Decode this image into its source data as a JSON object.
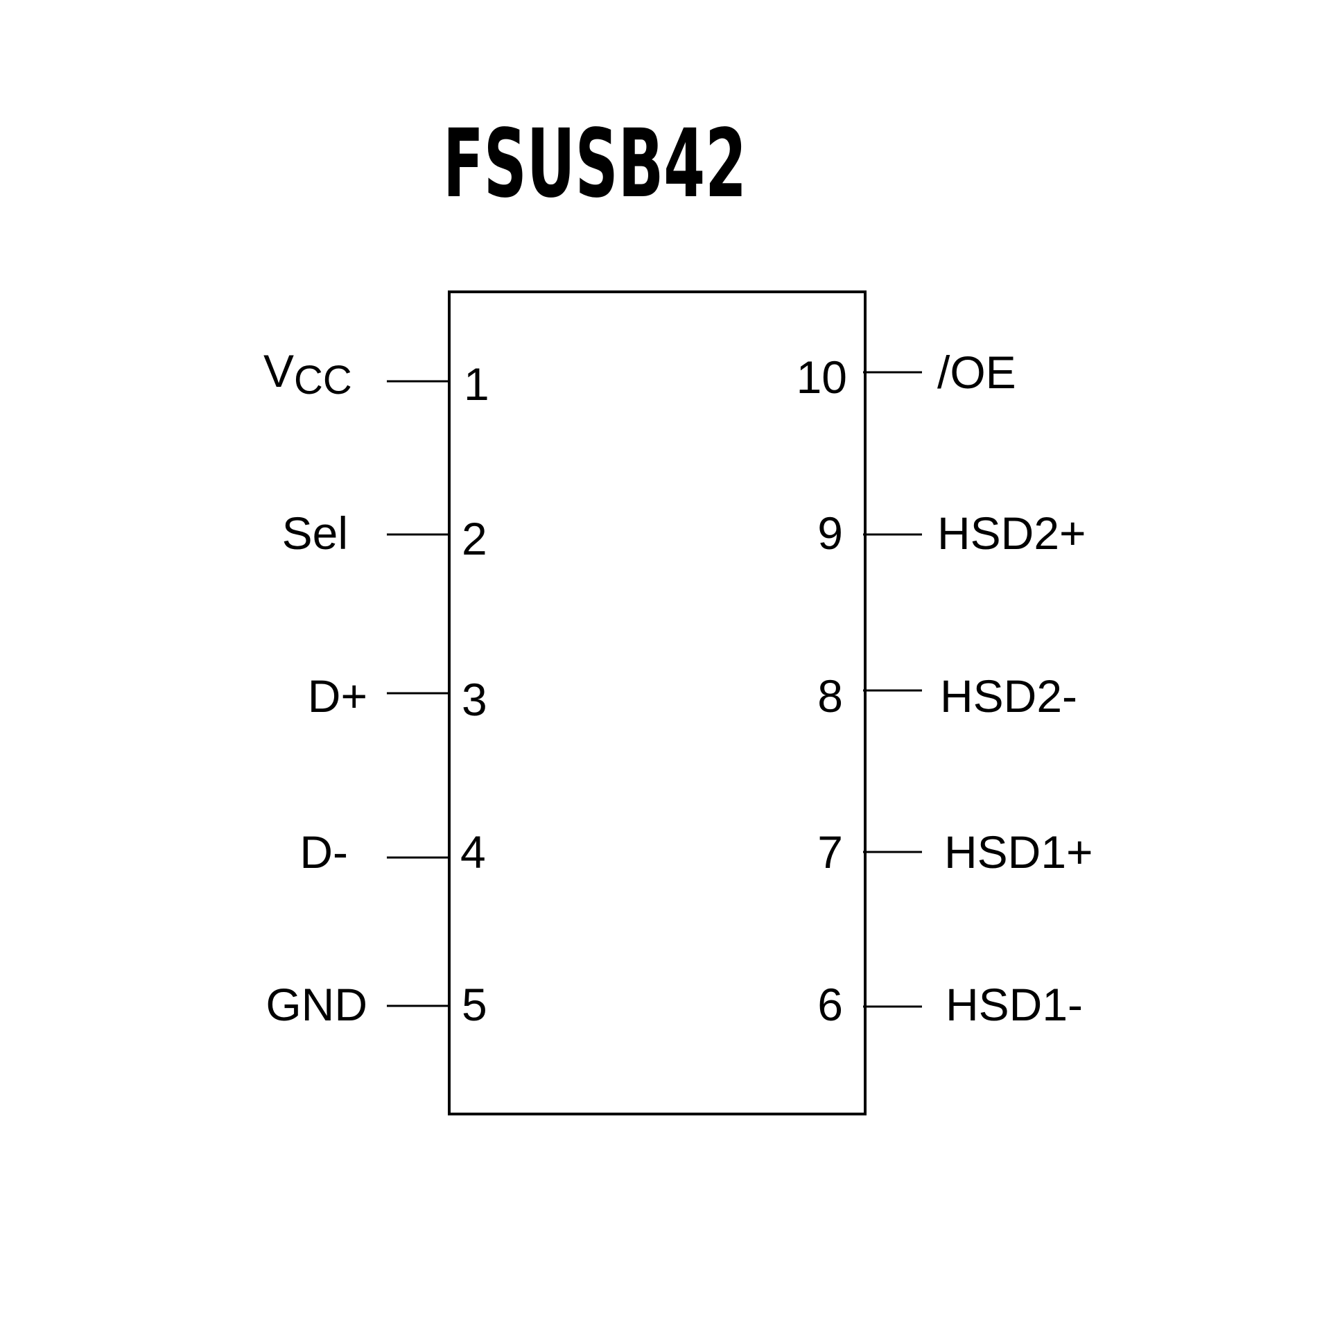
{
  "title": "FSUSB42",
  "colors": {
    "stroke": "#000000",
    "background": "#ffffff"
  },
  "left_pins": [
    {
      "number": "1",
      "name": "V",
      "name_sub": "CC"
    },
    {
      "number": "2",
      "name": "Sel"
    },
    {
      "number": "3",
      "name": "D+"
    },
    {
      "number": "4",
      "name": "D-"
    },
    {
      "number": "5",
      "name": "GND"
    }
  ],
  "right_pins": [
    {
      "number": "10",
      "name": "/OE"
    },
    {
      "number": "9",
      "name": "HSD2+"
    },
    {
      "number": "8",
      "name": "HSD2-"
    },
    {
      "number": "7",
      "name": "HSD1+"
    },
    {
      "number": "6",
      "name": "HSD1-"
    }
  ]
}
